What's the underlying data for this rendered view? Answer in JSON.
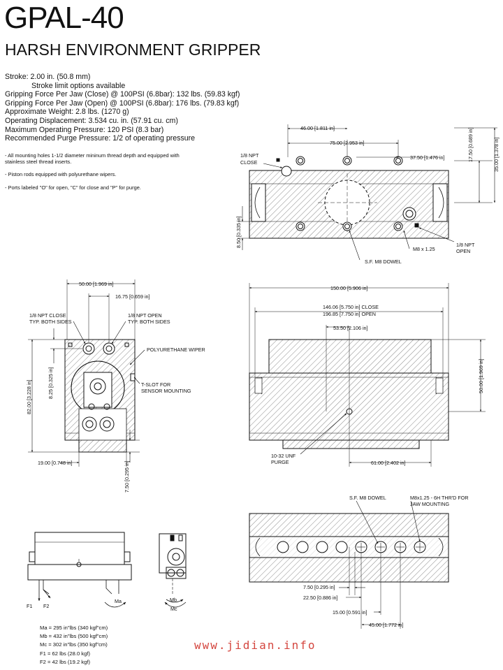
{
  "header": {
    "title": "GPAL-40",
    "subtitle": "HARSH ENVIRONMENT GRIPPER"
  },
  "specs": [
    "Stroke: 2.00 in. (50.8 mm)",
    "Stroke limit options available",
    "Gripping Force Per Jaw (Close) @ 100PSI (6.8bar): 132 lbs. (59.83 kgf)",
    "Gripping Force Per Jaw (Open) @ 100PSI (6.8bar): 176 lbs. (79.83 kgf)",
    "Approximate Weight: 2.8 lbs. (1270 g)",
    "Operating Displacement: 3.534 cu. in. (57.91 cu. cm)",
    "Maximum Operating Pressure: 120 PSI (8.3 bar)",
    "Recommended Purge Pressure: 1/2 of operating pressure"
  ],
  "notes": [
    "- All mounting holes 1-1/2 diameter mininum thread depth and equipped with stainless steel thread inserts.",
    "- Piston rods equipped with polyurethane wipers.",
    "- Ports labeled \"O\" for open, \"C\" for close and \"P\" for purge."
  ],
  "top_view": {
    "dim_46": "46.00 [1.811 in]",
    "dim_75": "75.00 [2.953 in]",
    "dim_37_5": "37.50 [1.476 in]",
    "dim_17_5": "17.50 [0.689 in]",
    "dim_35": "35.00 [1.378 in]",
    "dim_8_5": "8.50 [0.335 in]",
    "label_close_1": "1/8 NPT",
    "label_close_2": "CLOSE",
    "label_open_1": "1/8 NPT",
    "label_open_2": "OPEN",
    "label_m8": "M8 x 1.25",
    "label_dowel": "S.F. M8 DOWEL"
  },
  "side_view": {
    "dim_50": "50.00 [1.969 in]",
    "dim_16_75": "16.75 [0.659 in]",
    "label_close_1": "1/8 NPT CLOSE",
    "label_close_2": "TYP. BOTH SIDES",
    "label_open_1": "1/8 NPT OPEN",
    "label_open_2": "TYP. BOTH SIDES",
    "label_wiper": "POLYURETHANE WIPER",
    "label_tslot_1": "T-SLOT FOR",
    "label_tslot_2": "SENSOR MOUNTING",
    "dim_82": "82.00 [3.228 in]",
    "dim_8_25": "8.25 [0.325 in]",
    "dim_19": "19.00 [0.748 in]",
    "dim_7_5": "7.50 [0.295 in]"
  },
  "front_view": {
    "dim_150": "150.00 [5.906 in]",
    "dim_146": "146.06 [5.750 in] CLOSE",
    "dim_196": "196.85 [7.750 in] OPEN",
    "dim_53_5": "53.50 [2.106 in]",
    "dim_50": "50.00 [1.969 in]",
    "label_purge_1": "10-32 UNF",
    "label_purge_2": "PURGE",
    "dim_61": "61.00 [2.402 in]"
  },
  "bottom_view": {
    "label_dowel": "S.F. M8 DOWEL",
    "label_jaw_1": "M8x1.25 - 6H THR'D FOR",
    "label_jaw_2": "JAW MOUNTING",
    "dim_7_5": "7.50 [0.295 in]",
    "dim_22_5": "22.50 [0.886 in]",
    "dim_15": "15.00 [0.591 in]",
    "dim_45": "45.00 [1.772 in]"
  },
  "force_diagram": {
    "f1": "F1",
    "f2": "F2",
    "ma": "Ma",
    "mb": "Mb",
    "mc": "Mc"
  },
  "forces": [
    "Ma = 295 in\"lbs (340 kgf\"cm)",
    "Mb = 432 in\"lbs (500 kgf\"cm)",
    "Mc = 302 in\"lbs (350 kgf\"cm)",
    "F1 =  62 lbs (28.0 kgf)",
    "F2 = 42 lbs (19.2 kgf)"
  ],
  "watermark": "www.jidian.info"
}
